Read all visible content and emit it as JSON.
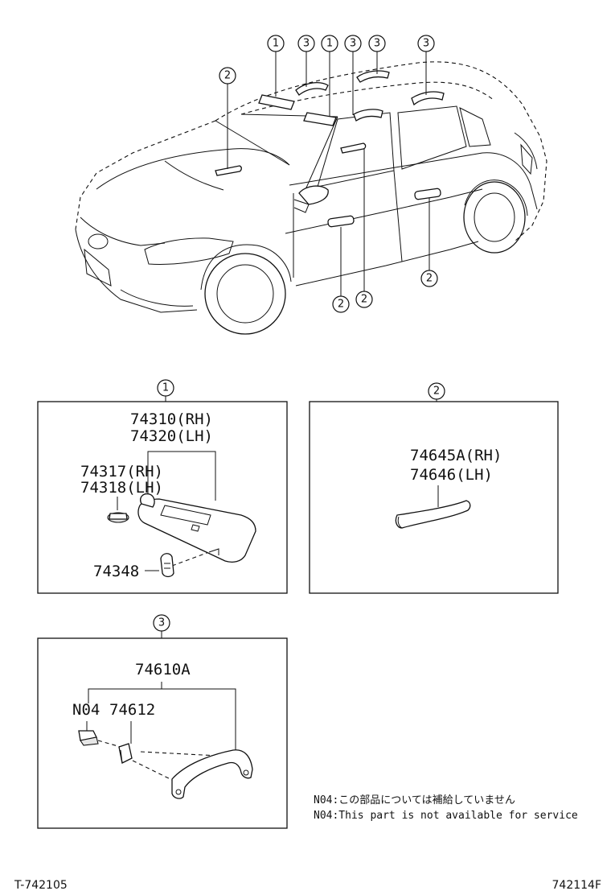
{
  "callout_numbers": {
    "sun_visor": "1",
    "door_trim_handle": "2",
    "assist_grip": "3"
  },
  "sun_visor_box": {
    "number": "1",
    "part_visor_rh": "74310(RH)",
    "part_visor_lh": "74320(LH)",
    "part_holder_rh": "74317(RH)",
    "part_holder_lh": "74318(LH)",
    "part_clip": "74348"
  },
  "pull_handle_box": {
    "number": "2",
    "part_rh": "74645A(RH)",
    "part_lh": "74646(LH)"
  },
  "assist_grip_box": {
    "number": "3",
    "part_grip": "74610A",
    "part_n04": "N04",
    "part_cap": "74612"
  },
  "notes": {
    "jp": "N04:この部品については補給していません",
    "en": "N04:This part is not available for service"
  },
  "footer": {
    "left_ref": "T-742105",
    "right_ref": "742114F"
  }
}
